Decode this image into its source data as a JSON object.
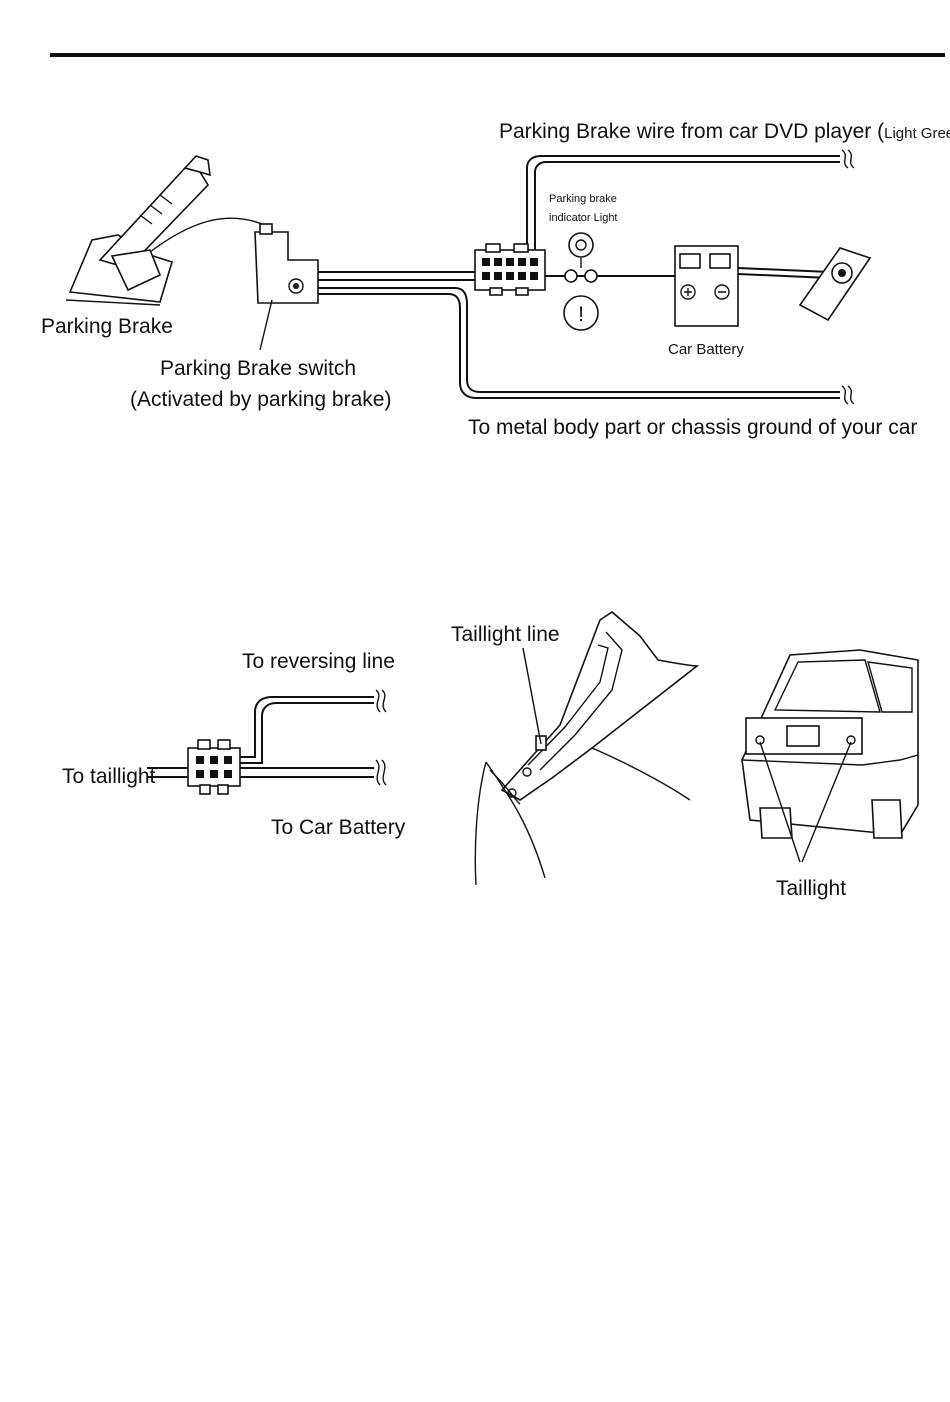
{
  "diagram1": {
    "dvd_wire_label": "Parking Brake wire from car DVD player (",
    "dvd_wire_color": "Light Green",
    "close_paren": ")",
    "indicator_label_line1": "Parking brake",
    "indicator_label_line2": "indicator Light",
    "parking_brake_label": "Parking Brake",
    "switch_label_line1": "Parking Brake switch",
    "switch_label_line2": "(Activated by parking brake)",
    "battery_label": "Car Battery",
    "ground_label": "To metal body part or chassis ground of your car",
    "warning_symbol": "!"
  },
  "diagram2": {
    "reversing_label": "To reversing line",
    "taillight_wire_label": "To taillight",
    "battery_label": "To Car Battery",
    "taillight_line_label": "Taillight line",
    "taillight_label": "Taillight"
  }
}
